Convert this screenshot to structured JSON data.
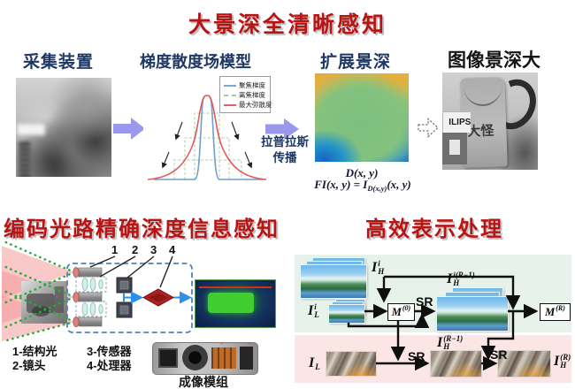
{
  "colors": {
    "title_red": "#b91414",
    "label_navy": "#1f3864",
    "arrow_purple": "#9a97ec",
    "band_green": "#e7f2eb",
    "band_pink": "#fbe6e5",
    "dashed_box_blue": "#4f81bd",
    "cone_pink": "#f49494",
    "dot_green": "#27a93c"
  },
  "top": {
    "title": "大景深全清晰感知",
    "labels": {
      "step1": "采集装置",
      "step2": "梯度散度场模型",
      "step3": "扩展景深",
      "step4": "图像景深大"
    },
    "chart_legend": [
      {
        "label": "聚焦梯度",
        "color": "#7aa8d4",
        "style": "solid"
      },
      {
        "label": "离焦梯度",
        "color": "#a5cfa0",
        "style": "dashed"
      },
      {
        "label": "最大弥散度",
        "color": "#e06262",
        "style": "solid"
      }
    ],
    "laplace_line1": "拉普拉斯",
    "laplace_line2": "传播",
    "formula_depth": "D(x, y)",
    "formula_fi": {
      "pre": "FI(x, y) = I",
      "sub": "D(x,y)",
      "post": "(x, y)"
    },
    "result_photo": {
      "box_text": "ILIPS",
      "package_text": "大怪"
    }
  },
  "bottom_left": {
    "title": "编码光路精确深度信息感知",
    "callouts": [
      "1",
      "2",
      "3",
      "4"
    ],
    "legend": [
      "1-结构光",
      "2-镜头",
      "3-传感器",
      "4-处理器"
    ],
    "module_label": "成像模组"
  },
  "bottom_right": {
    "title": "高效表示处理",
    "nodes": {
      "ih_i": {
        "base": "I",
        "sup": "i",
        "sub": "H"
      },
      "il_i": {
        "base": "I",
        "sup": "i",
        "sub": "L"
      },
      "m0": {
        "base": "M",
        "sup": "(0)",
        "sub": ""
      },
      "sr_top": "SR",
      "ih_ir1": {
        "base": "I",
        "sup": "i(R−1)",
        "sub": "H"
      },
      "mr": {
        "base": "M",
        "sup": "(R)",
        "sub": ""
      },
      "il": {
        "base": "I",
        "sup": "",
        "sub": "L"
      },
      "sr_mid": "SR",
      "ih_r1": {
        "base": "I",
        "sup": "(R−1)",
        "sub": "H"
      },
      "sr_bot": "SR",
      "ih_r": {
        "base": "I",
        "sup": "(R)",
        "sub": "H"
      }
    }
  }
}
